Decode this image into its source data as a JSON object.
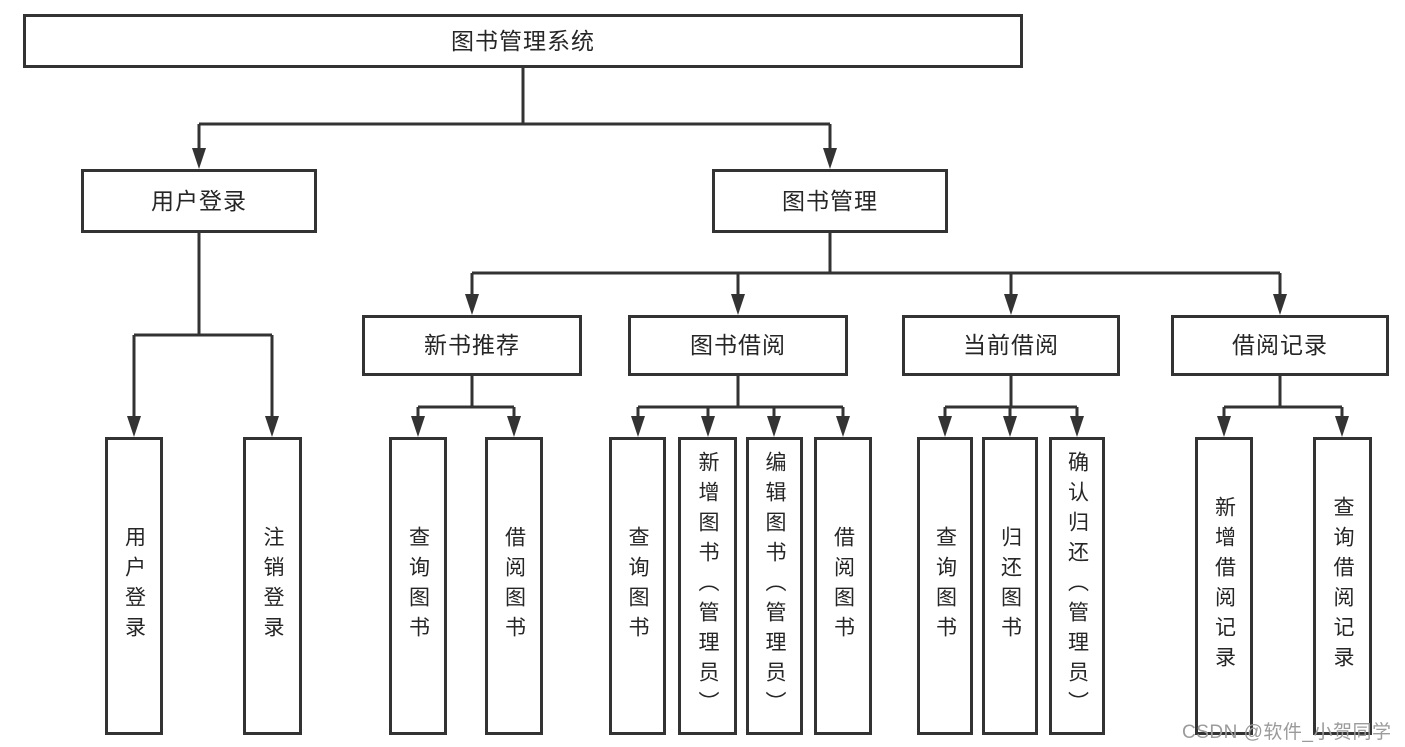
{
  "diagram": {
    "type": "hierarchy-tree",
    "title": "图书管理系统",
    "watermark": "CSDN @软件_小贺同学",
    "colors": {
      "line": "#333333",
      "box_border": "#333333",
      "box_fill": "#ffffff",
      "text": "#262626",
      "watermark": "#9b9b9b",
      "background": "#ffffff"
    },
    "tree": {
      "label": "图书管理系统",
      "children": [
        {
          "label": "用户登录",
          "children": [
            {
              "label": "用户登录"
            },
            {
              "label": "注销登录"
            }
          ]
        },
        {
          "label": "图书管理",
          "children": [
            {
              "label": "新书推荐",
              "children": [
                {
                  "label": "查询图书"
                },
                {
                  "label": "借阅图书"
                }
              ]
            },
            {
              "label": "图书借阅",
              "children": [
                {
                  "label": "查询图书"
                },
                {
                  "label": "新增图书（管理员）"
                },
                {
                  "label": "编辑图书（管理员）"
                },
                {
                  "label": "借阅图书"
                }
              ]
            },
            {
              "label": "当前借阅",
              "children": [
                {
                  "label": "查询图书"
                },
                {
                  "label": "归还图书"
                },
                {
                  "label": "确认归还（管理员）"
                }
              ]
            },
            {
              "label": "借阅记录",
              "children": [
                {
                  "label": "新增借阅记录"
                },
                {
                  "label": "查询借阅记录"
                }
              ]
            }
          ]
        }
      ]
    }
  }
}
